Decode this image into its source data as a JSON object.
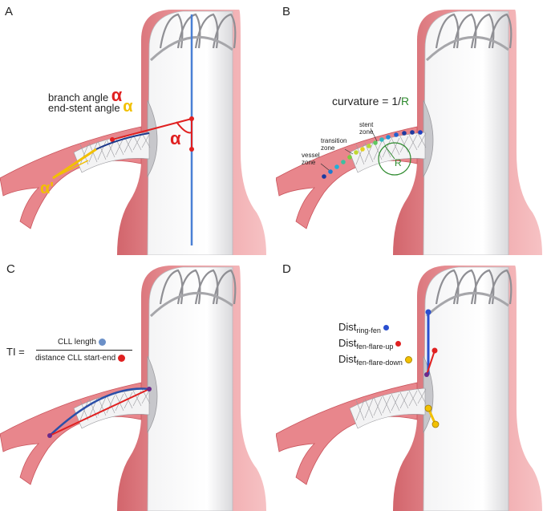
{
  "panels": {
    "A": {
      "label": "A",
      "branch_angle_label": "branch angle",
      "end_stent_angle_label": "end-stent angle",
      "alpha_red": "α",
      "alpha_yellow": "α",
      "alpha_main": "α",
      "alpha_left": "α'"
    },
    "B": {
      "label": "B",
      "curvature_prefix": "curvature = 1/",
      "curvature_R": "R",
      "radius_R": "R",
      "stent_zone": "stent\nzone",
      "transition_zone": "transition\nzone",
      "vessel_zone": "vessel\nzone"
    },
    "C": {
      "label": "C",
      "ti_prefix": "TI =",
      "numerator": "CLL length",
      "denominator": "distance CLL start-end"
    },
    "D": {
      "label": "D",
      "dist_word": "Dist",
      "ring_fen": "ring-fen",
      "fen_flare_up": "fen-flare-up",
      "fen_flare_down": "fen-flare-down"
    }
  },
  "colors": {
    "vessel": "#e8868c",
    "vessel_dark": "#c9545c",
    "aorta_fill": "#ededee",
    "red": "#e02020",
    "blue": "#2a4fd0",
    "yellow": "#f2c000",
    "green": "#2e8a2e",
    "centerline_blue": "#4a7fd4"
  }
}
